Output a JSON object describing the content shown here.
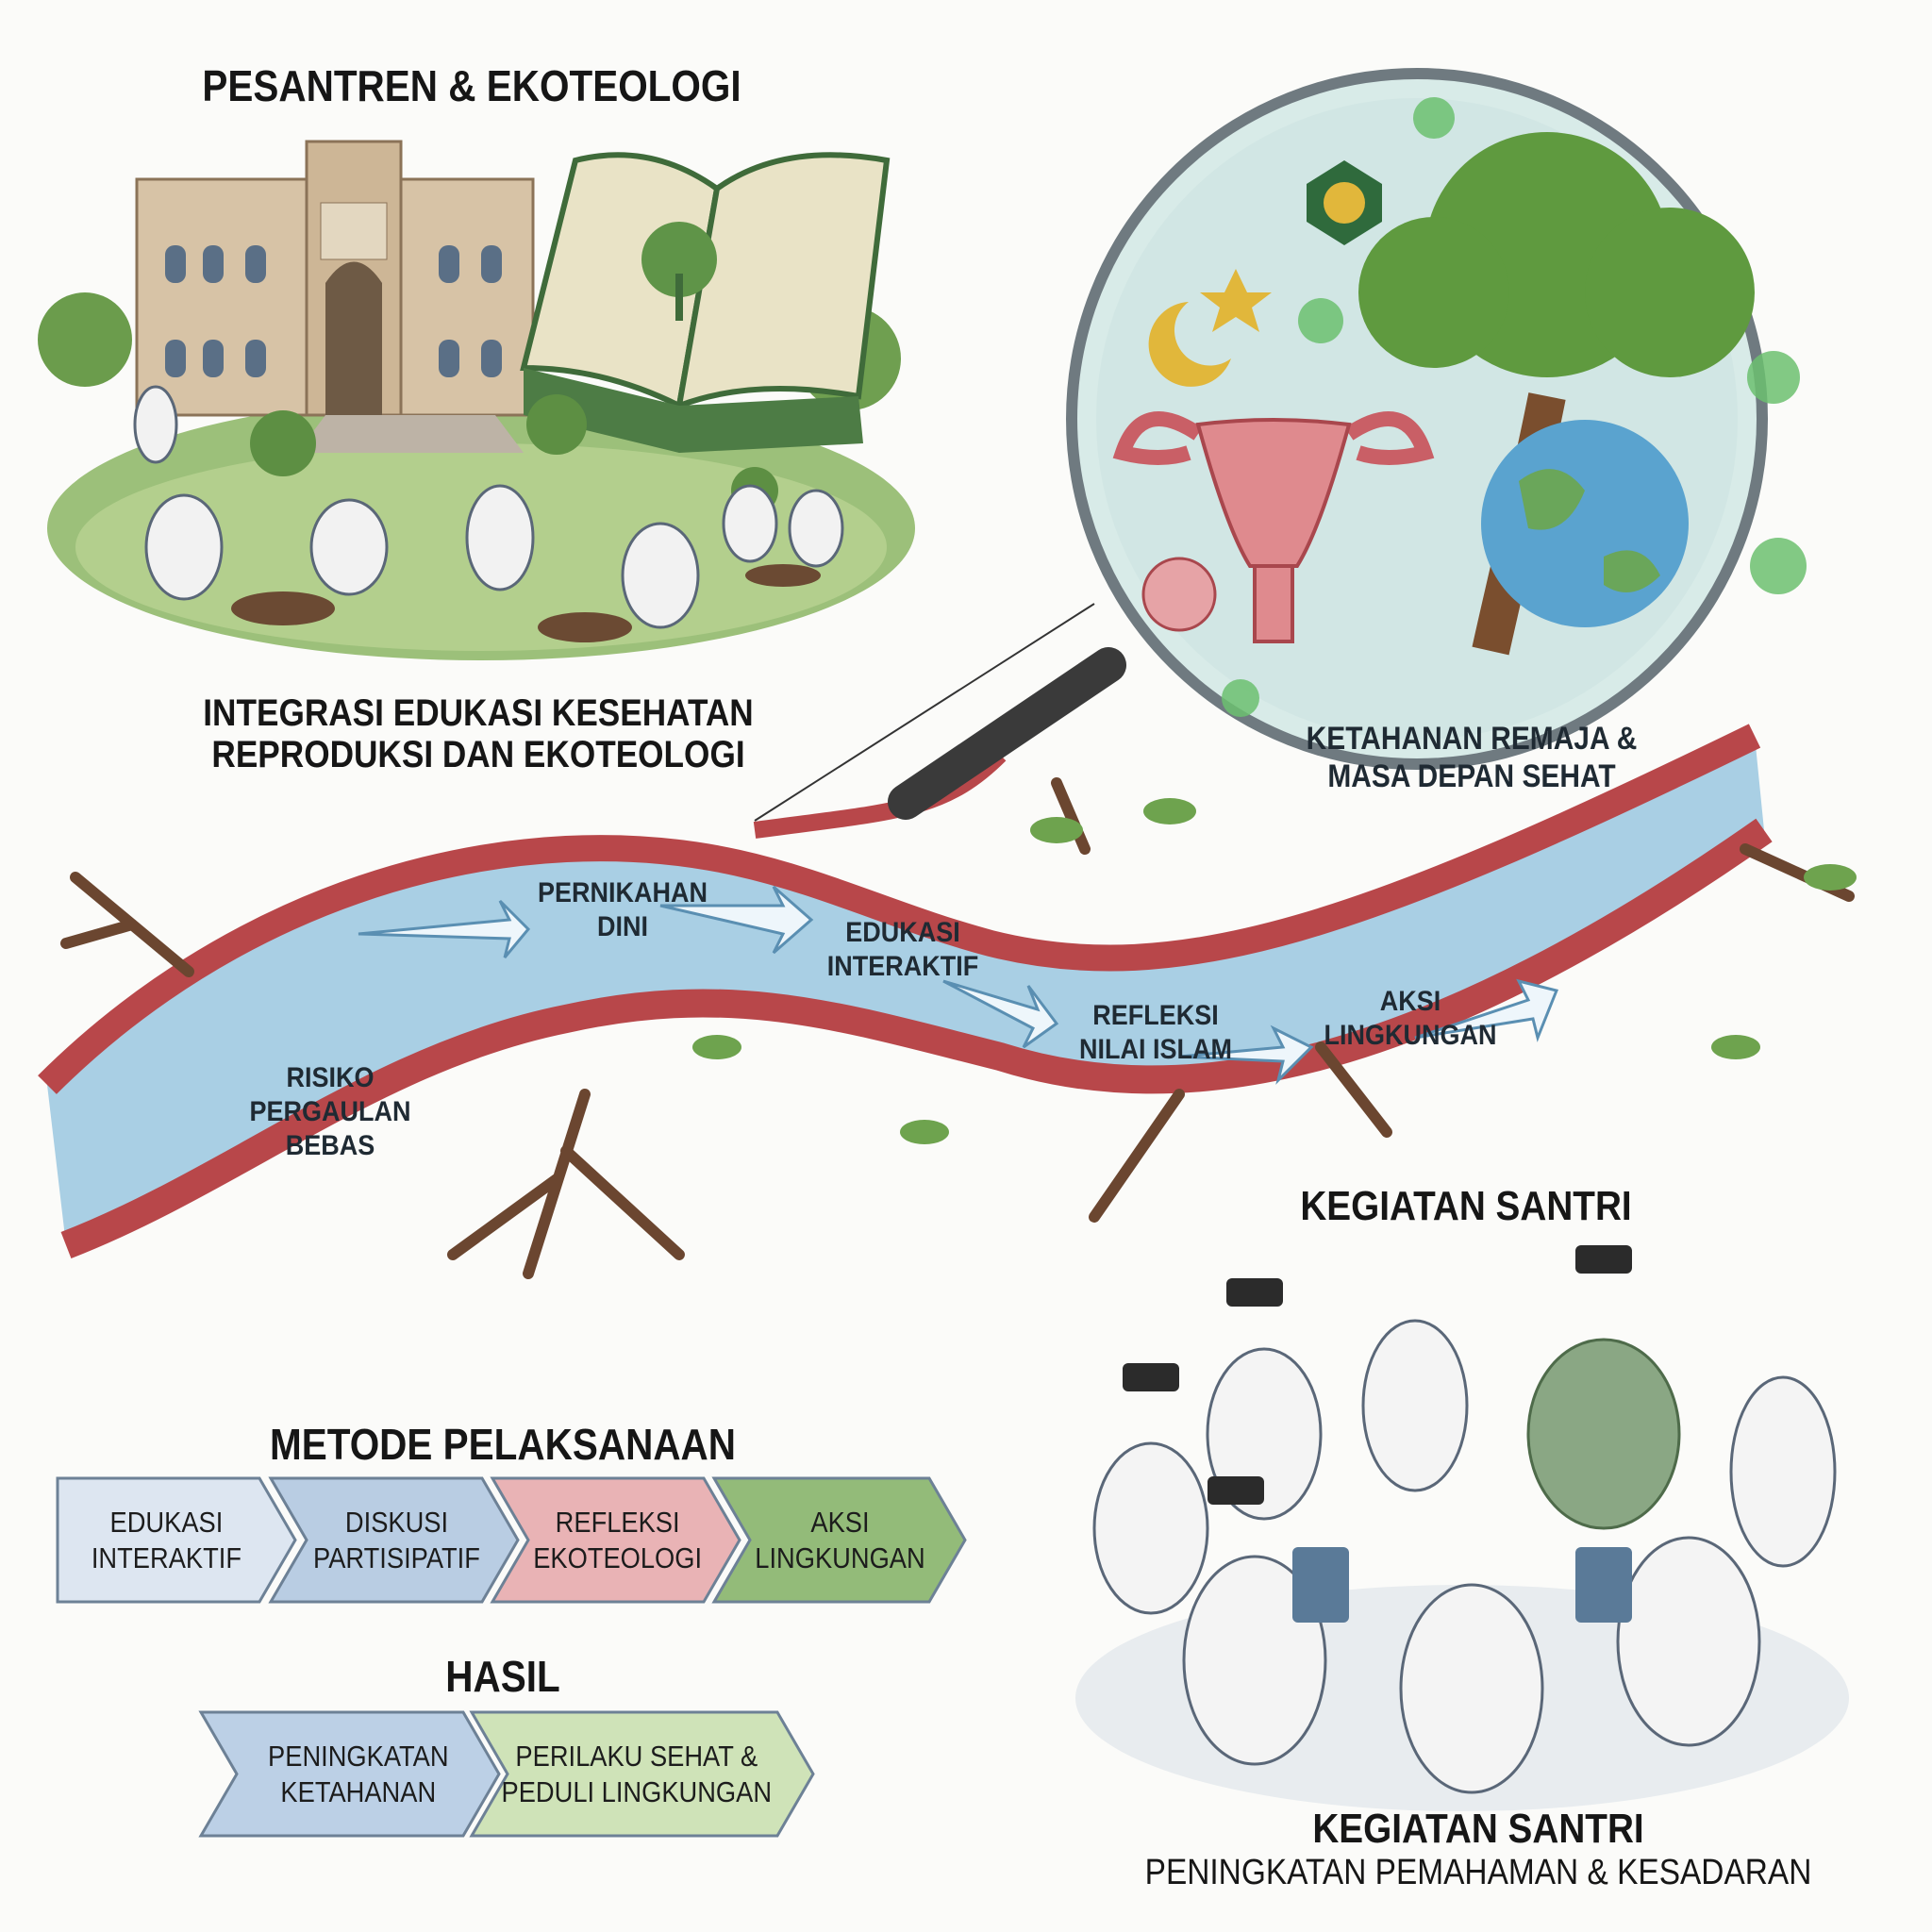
{
  "top_left": {
    "title": "PESANTREN & EKOTEOLOGI",
    "caption_line1": "INTEGRASI EDUKASI KESEHATAN",
    "caption_line2": "REPRODUKSI DAN EKOTEOLOGI"
  },
  "magnifier": {
    "label_line1": "KETAHANAN REMAJA &",
    "label_line2": "MASA DEPAN SEHAT"
  },
  "river": {
    "steps": [
      {
        "line1": "RISIKO",
        "line2": "PERGAULAN",
        "line3": "BEBAS"
      },
      {
        "line1": "PERNIKAHAN",
        "line2": "DINI"
      },
      {
        "line1": "EDUKASI",
        "line2": "INTERAKTIF"
      },
      {
        "line1": "REFLEKSI",
        "line2": "NILAI ISLAM"
      },
      {
        "line1": "AKSI",
        "line2": "LINGKUNGAN"
      }
    ]
  },
  "kegiatan": {
    "heading": "KEGIATAN SANTRI",
    "caption_title": "KEGIATAN SANTRI",
    "caption_subtitle": "PENINGKATAN PEMAHAMAN & KESADARAN"
  },
  "metode": {
    "title": "METODE PELAKSANAAN",
    "steps": [
      {
        "line1": "EDUKASI",
        "line2": "INTERAKTIF",
        "color": "#dde6f1"
      },
      {
        "line1": "DISKUSI",
        "line2": "PARTISIPATIF",
        "color": "#b9cde3"
      },
      {
        "line1": "REFLEKSI",
        "line2": "EKOTEOLOGI",
        "color": "#e9b3b5"
      },
      {
        "line1": "AKSI",
        "line2": "LINGKUNGAN",
        "color": "#93bb79"
      }
    ]
  },
  "hasil": {
    "title": "HASIL",
    "steps": [
      {
        "line1": "PENINGKATAN",
        "line2": "KETAHANAN",
        "color": "#bcd0e6"
      },
      {
        "line1": "PERILAKU SEHAT &",
        "line2": "PEDULI LINGKUNGAN",
        "color": "#cfe3b8"
      }
    ]
  }
}
